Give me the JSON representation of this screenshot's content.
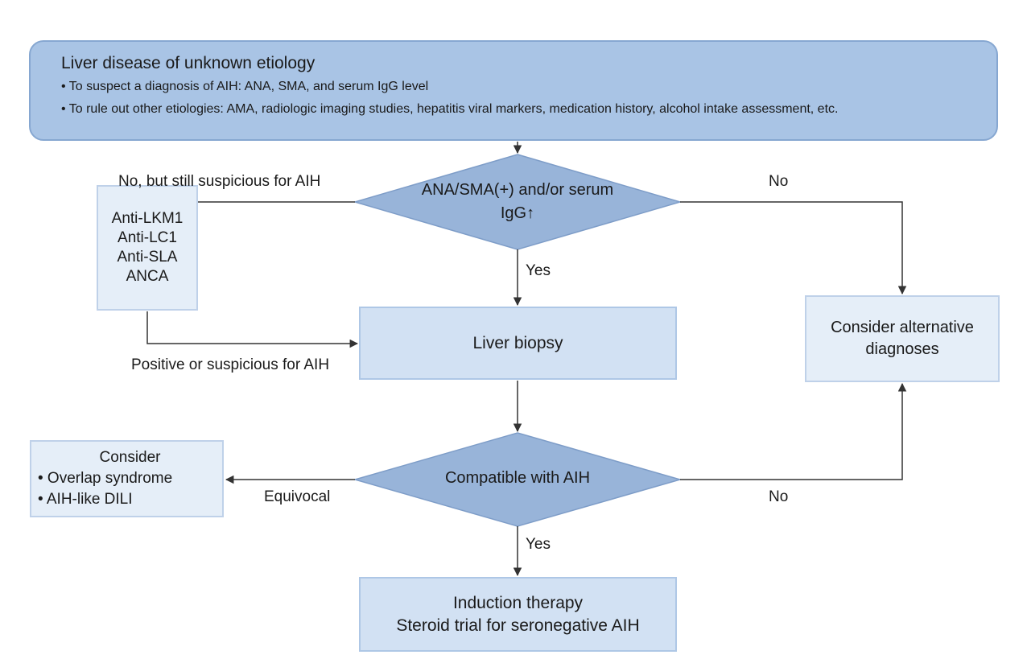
{
  "start": {
    "title": "Liver disease of unknown etiology",
    "bullets": [
      "• To suspect a diagnosis of AIH: ANA, SMA, and serum IgG level",
      "• To rule out other etiologies: AMA, radiologic imaging studies, hepatitis viral markers, medication history, alcohol intake assessment, etc."
    ]
  },
  "decision1": {
    "line1": "ANA/SMA(+) and/or serum",
    "line2": "IgG↑"
  },
  "antibodies": [
    "Anti-LKM1",
    "Anti-LC1",
    "Anti-SLA",
    "ANCA"
  ],
  "biopsy": "Liver biopsy",
  "alternative": {
    "line1": "Consider alternative",
    "line2": "diagnoses"
  },
  "decision2": "Compatible with AIH",
  "overlap": {
    "title": "Consider",
    "items": [
      "• Overlap syndrome",
      "• AIH-like DILI"
    ]
  },
  "induction": {
    "line1": "Induction therapy",
    "line2": "Steroid trial for seronegative AIH"
  },
  "edge_labels": {
    "still_suspicious": "No, but still suspicious for AIH",
    "no_top": "No",
    "yes_top": "Yes",
    "positive": "Positive or suspicious for AIH",
    "equivocal": "Equivocal",
    "no_bottom": "No",
    "yes_bottom": "Yes"
  },
  "colors": {
    "top_fill": "#a9c4e5",
    "diamond_fill": "#98b4d9",
    "box_light": "#e5eef8",
    "box_mid": "#d2e1f3",
    "line": "#333333"
  }
}
